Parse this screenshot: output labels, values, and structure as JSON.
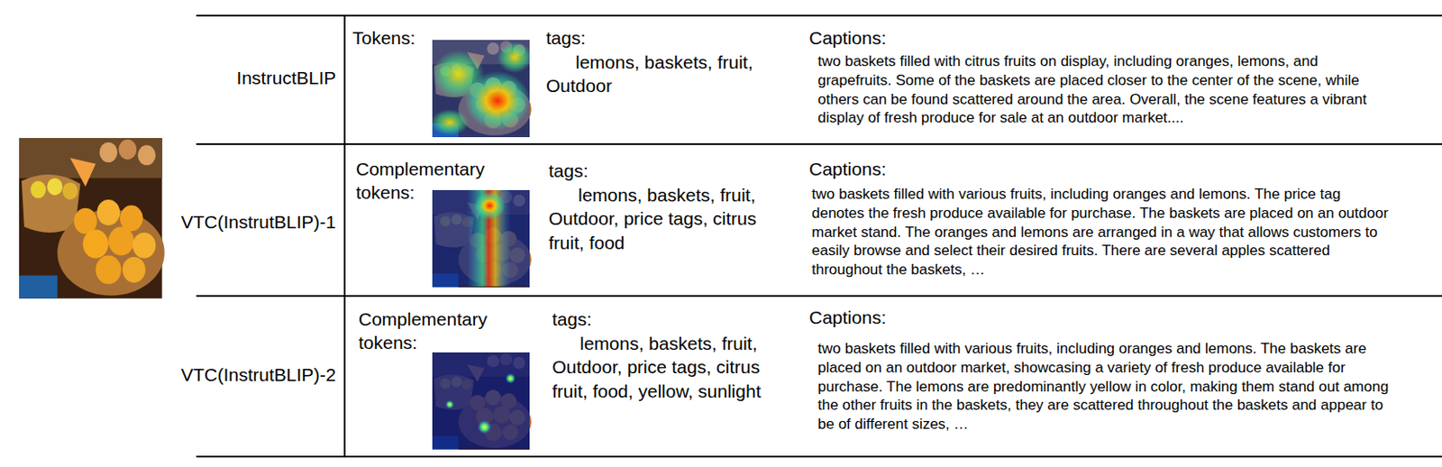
{
  "diagram": {
    "labels": [
      "InstructBLIP",
      "Tokens:",
      "tags:",
      "lemons, baskets, fruit, Outdoor",
      "Captions:",
      "two baskets filled with citrus fruits on display, including oranges, lemons, and grapefruits. Some of the baskets are placed closer to the center of the scene, while others can be found scattered around the area. Overall, the scene features a vibrant display of fresh produce for sale at an outdoor market....",
      "VTC(InstrutBLIP)-1",
      "Complementary tokens:",
      "tags:",
      "lemons, baskets, fruit, Outdoor, price tags, citrus fruit, food",
      "Captions:",
      "two baskets filled with various fruits, including oranges and lemons. The price tag denotes the fresh produce available for purchase. The baskets are placed on an outdoor market stand. The oranges and lemons are arranged in a way that allows customers to easily browse and select their desired fruits. There are several apples scattered throughout the baskets, …",
      "VTC(InstrutBLIP)-2",
      "Complementary tokens:",
      "tags:",
      "lemons, baskets, fruit, Outdoor, price tags, citrus fruit, food, yellow, sunlight",
      "Captions:",
      "two baskets filled with various fruits, including oranges and lemons. The baskets are placed on an outdoor market, showcasing a variety of fresh produce available for purchase. The lemons are predominantly yellow in color, making them stand out among the other fruits in the baskets, they are scattered throughout the baskets and appear to be of different sizes, …"
    ]
  }
}
